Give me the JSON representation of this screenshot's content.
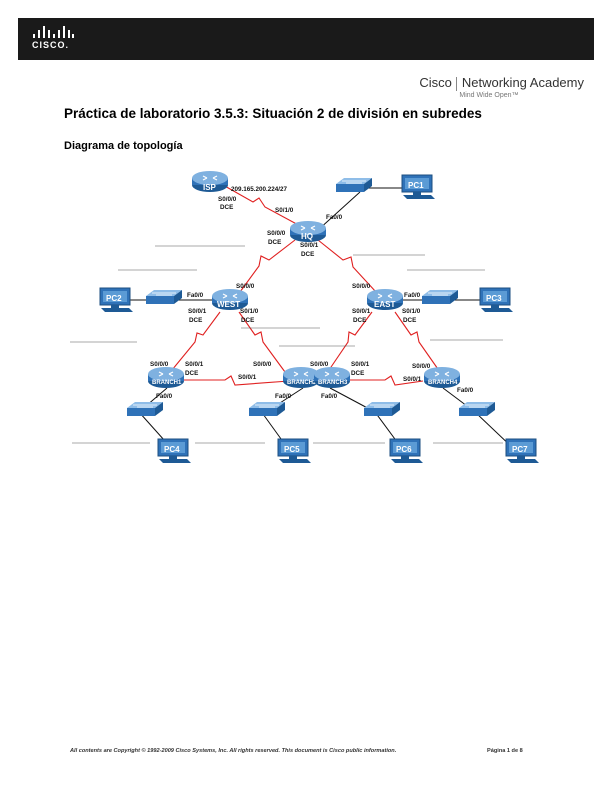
{
  "header": {
    "logo_text": "CISCO.",
    "academy_cisco": "Cisco",
    "academy_name": "Networking Academy",
    "academy_tagline": "Mind Wide Open™"
  },
  "title": "Práctica de laboratorio 3.5.3: Situación 2 de división en subredes",
  "section_heading": "Diagrama de topología",
  "topology": {
    "devices": {
      "isp": "ISP",
      "hq": "HQ",
      "west": "WEST",
      "east": "EAST",
      "branch1": "BRANCH1",
      "branch2": "BRANCH2",
      "branch3": "BRANCH3",
      "branch4": "BRANCH4",
      "pc1": "PC1",
      "pc2": "PC2",
      "pc3": "PC3",
      "pc4": "PC4",
      "pc5": "PC5",
      "pc6": "PC6",
      "pc7": "PC7"
    },
    "labels": {
      "isp_if": "S0/0/0",
      "isp_dce": "DCE",
      "isp_net": "209.165.200.224/27",
      "hq_s110": "S0/1/0",
      "hq_fa": "Fa0/0",
      "hq_s000": "S0/0/0",
      "hq_dce1": "DCE",
      "hq_s001": "S0/0/1",
      "hq_dce2": "DCE",
      "west_s000": "S0/0/0",
      "west_fa": "Fa0/0",
      "west_s001": "S0/0/1",
      "west_dce1": "DCE",
      "west_s010": "S0/1/0",
      "west_dce2": "DCE",
      "east_s000": "S0/0/0",
      "east_fa": "Fa0/0",
      "east_s001": "S0/0/1",
      "east_dce1": "DCE",
      "east_s010": "S0/1/0",
      "east_dce2": "DCE",
      "b1_s000": "S0/0/0",
      "b1_s001": "S0/0/1",
      "b1_dce": "DCE",
      "b1_fa": "Fa0/0",
      "b2_s000": "S0/0/0",
      "b2_s001": "S0/0/1",
      "b2_fa": "Fa0/0",
      "b3_s000": "S0/0/0",
      "b3_s001": "S0/0/1",
      "b3_dce": "DCE",
      "b3_fa": "Fa0/0",
      "b4_s000": "S0/0/0",
      "b4_s001": "S0/0/1",
      "b4_fa": "Fa0/0"
    }
  },
  "footer": {
    "copyright": "All contents are Copyright © 1992-2009 Cisco Systems, Inc. All rights reserved. This document is Cisco public information.",
    "page": "Página 1 de 8"
  },
  "colors": {
    "link_red": "#e02020",
    "device_blue": "#2f72b8",
    "header_bg": "#1a1a1a"
  }
}
